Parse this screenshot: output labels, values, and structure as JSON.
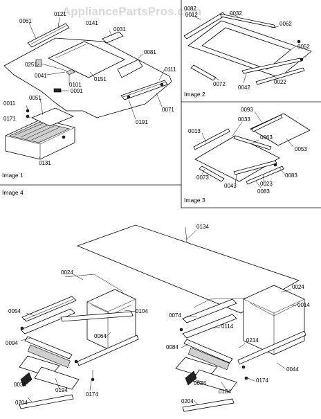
{
  "watermark": "AppliancePartsPros.com",
  "panels": {
    "image1": "Image 1",
    "image2": "Image 2",
    "image3": "Image 3",
    "image4": "Image 4"
  },
  "labels": {
    "i1": [
      "0061",
      "0121",
      "0141",
      "0031",
      "0081",
      "0251",
      "0041",
      "0101",
      "0091",
      "0151",
      "0111",
      "0071",
      "0191",
      "0011",
      "0051",
      "0171",
      "0131"
    ],
    "i2": [
      "0082",
      "0012",
      "0032",
      "0062",
      "0052",
      "0072",
      "0042",
      "0022"
    ],
    "i3": [
      "0093",
      "0033",
      "0013",
      "0063",
      "0053",
      "0073",
      "0043",
      "0023",
      "0083",
      "0083"
    ],
    "i4": [
      "0134",
      "0024",
      "0054",
      "0104",
      "0094",
      "0064",
      "0034",
      "0194",
      "0174",
      "0204",
      "0024",
      "0014",
      "0074",
      "0114",
      "0214",
      "0084",
      "0044",
      "0034",
      "0184",
      "0174",
      "0204"
    ]
  }
}
